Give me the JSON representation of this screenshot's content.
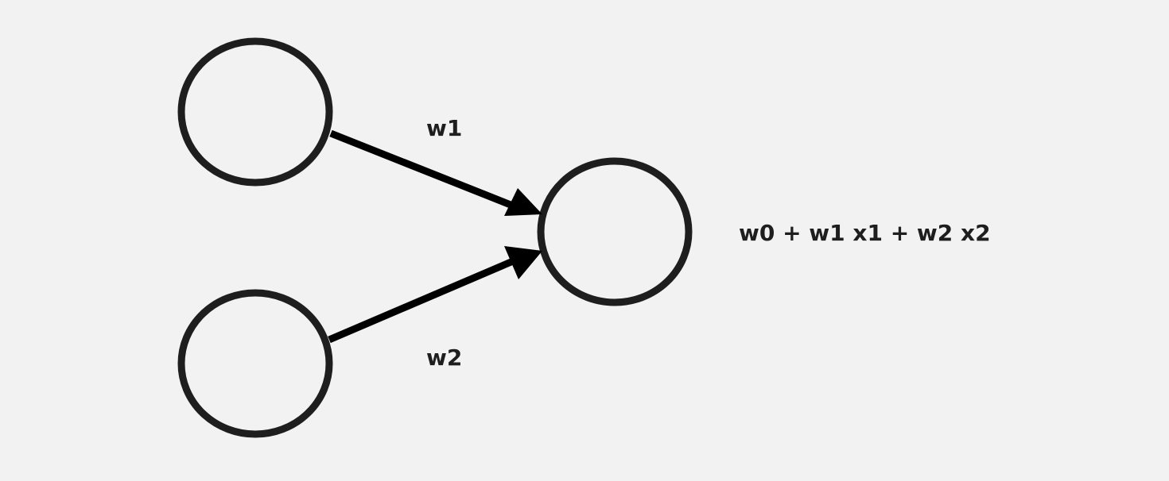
{
  "diagram": {
    "nodes": [
      {
        "id": "input-1",
        "label": ""
      },
      {
        "id": "input-2",
        "label": ""
      },
      {
        "id": "output",
        "label": ""
      }
    ],
    "edges": [
      {
        "from": "input-1",
        "to": "output",
        "label": "w1"
      },
      {
        "from": "input-2",
        "to": "output",
        "label": "w2"
      }
    ],
    "formula": "w0 + w1 x1 + w2 x2"
  },
  "colors": {
    "background": "#f2f2f2",
    "node_stroke": "#1e1e1e",
    "edge": "#000000",
    "text": "#1e1e1e"
  }
}
